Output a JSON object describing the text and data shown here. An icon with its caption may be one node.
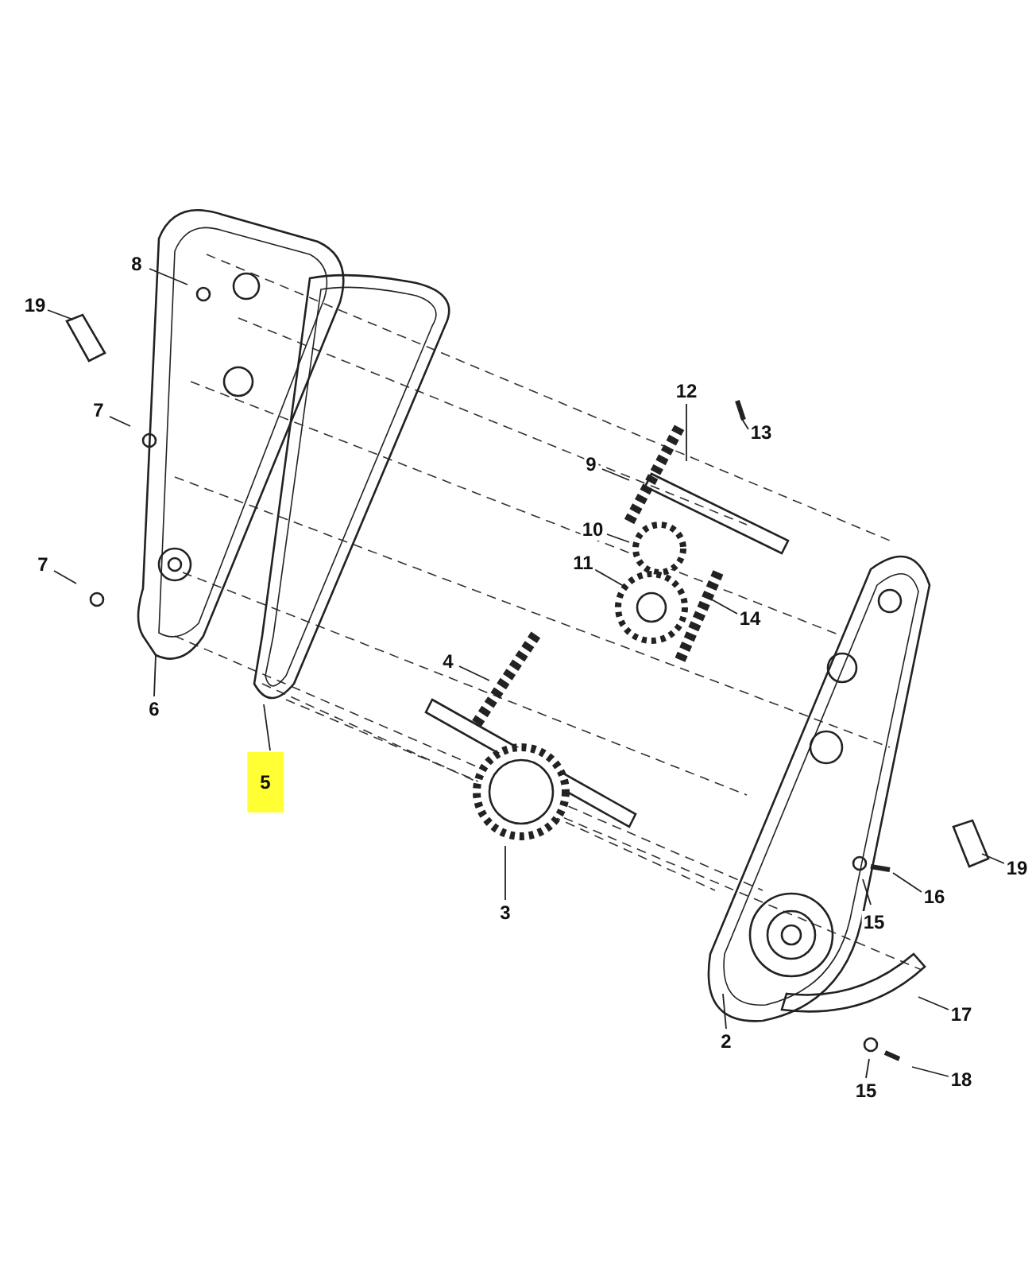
{
  "diagram": {
    "nodes": [
      {
        "text": [
          "19"
        ]
      },
      {
        "text": [
          "8"
        ]
      },
      {
        "text": [
          "7"
        ]
      },
      {
        "text": [
          "7"
        ]
      },
      {
        "text": [
          "6"
        ]
      },
      {
        "text": [
          "5"
        ]
      },
      {
        "text": [
          "4"
        ]
      },
      {
        "text": [
          "3"
        ]
      },
      {
        "text": [
          "12"
        ]
      },
      {
        "text": [
          "9"
        ]
      },
      {
        "text": [
          "13"
        ]
      },
      {
        "text": [
          "10"
        ]
      },
      {
        "text": [
          "11"
        ]
      },
      {
        "text": [
          "14"
        ]
      },
      {
        "text": [
          "2"
        ]
      },
      {
        "text": [
          "19"
        ]
      },
      {
        "text": [
          "15"
        ]
      },
      {
        "text": [
          "16"
        ]
      },
      {
        "text": [
          "17"
        ]
      },
      {
        "text": [
          "15"
        ]
      },
      {
        "text": [
          "18"
        ]
      }
    ],
    "edges": [
      {
        "from": 0,
        "to": null,
        "arrow": "none"
      },
      {
        "from": 1,
        "to": null,
        "arrow": "none"
      },
      {
        "from": 2,
        "to": null,
        "arrow": "none"
      },
      {
        "from": 3,
        "to": null,
        "arrow": "none"
      },
      {
        "from": 4,
        "to": null,
        "arrow": "none"
      },
      {
        "from": 5,
        "to": null,
        "arrow": "none"
      },
      {
        "from": 6,
        "to": null,
        "arrow": "none"
      },
      {
        "from": 7,
        "to": null,
        "arrow": "none"
      },
      {
        "from": 8,
        "to": null,
        "arrow": "none"
      },
      {
        "from": 9,
        "to": null,
        "arrow": "none"
      },
      {
        "from": 10,
        "to": null,
        "arrow": "none"
      },
      {
        "from": 11,
        "to": null,
        "arrow": "none"
      },
      {
        "from": 12,
        "to": null,
        "arrow": "none"
      },
      {
        "from": 13,
        "to": null,
        "arrow": "none"
      },
      {
        "from": 14,
        "to": null,
        "arrow": "none"
      },
      {
        "from": 15,
        "to": null,
        "arrow": "none"
      },
      {
        "from": 16,
        "to": null,
        "arrow": "none"
      },
      {
        "from": 17,
        "to": null,
        "arrow": "none"
      },
      {
        "from": 18,
        "to": null,
        "arrow": "none"
      },
      {
        "from": 19,
        "to": null,
        "arrow": "none"
      },
      {
        "from": 20,
        "to": null,
        "arrow": "none"
      }
    ]
  }
}
